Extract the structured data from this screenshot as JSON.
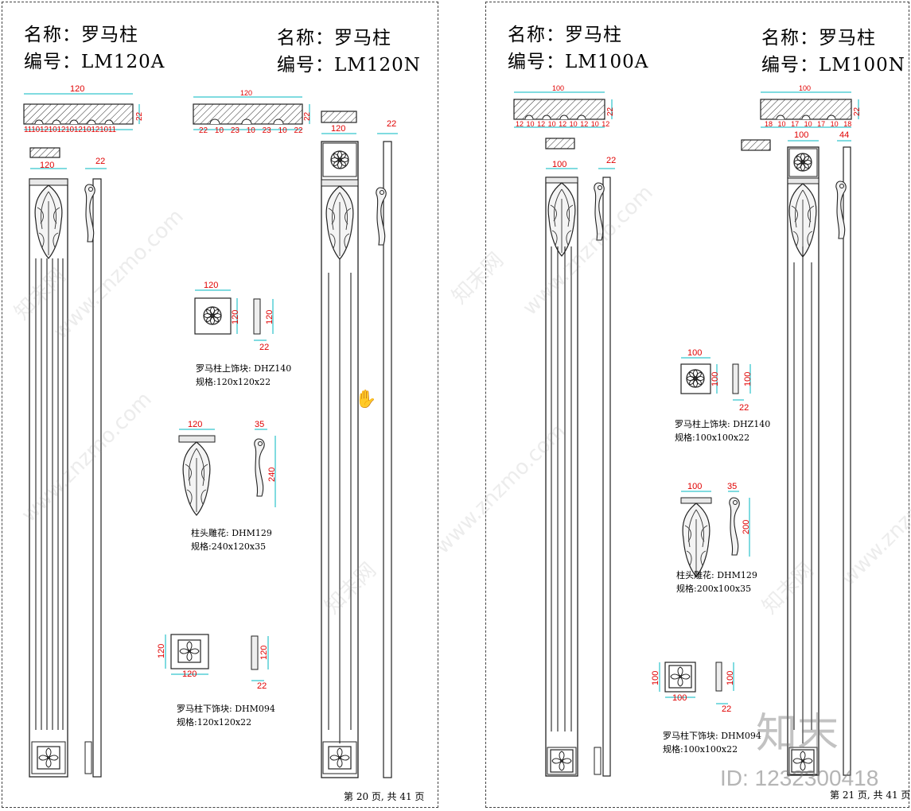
{
  "watermark": "www.znzmo.com",
  "watermark_cn": "知末网",
  "logo": "知末",
  "image_id": "ID: 1232300418",
  "sheets": [
    {
      "page_label": "第 20 页, 共 41 页",
      "columns": [
        {
          "name": "名称：罗马柱",
          "code": "编号：LM120A"
        },
        {
          "name": "名称：罗马柱",
          "code": "编号：LM120N"
        }
      ],
      "parts": [
        {
          "caption1": "罗马柱上饰块: DHZ140",
          "caption2": "规格:120x120x22"
        },
        {
          "caption1": "柱头雕花: DHM129",
          "caption2": "规格:240x120x35"
        },
        {
          "caption1": "罗马柱下饰块: DHM094",
          "caption2": "规格:120x120x22"
        }
      ],
      "dims": {
        "w": "120",
        "t": "22",
        "h": "240",
        "d": "35",
        "profA": [
          "11",
          "10",
          "12",
          "10",
          "12",
          "10",
          "12",
          "10",
          "12",
          "10",
          "11"
        ],
        "profN": [
          "22",
          "10",
          "23",
          "10",
          "23",
          "10",
          "22"
        ]
      }
    },
    {
      "page_label": "第 21 页, 共 41 页",
      "columns": [
        {
          "name": "名称：罗马柱",
          "code": "编号：LM100A"
        },
        {
          "name": "名称：罗马柱",
          "code": "编号：LM100N"
        }
      ],
      "parts": [
        {
          "caption1": "罗马柱上饰块: DHZ140",
          "caption2": "规格:100x100x22"
        },
        {
          "caption1": "柱头雕花: DHM129",
          "caption2": "规格:200x100x35"
        },
        {
          "caption1": "罗马柱下饰块: DHM094",
          "caption2": "规格:100x100x22"
        }
      ],
      "dims": {
        "w": "100",
        "t": "22",
        "h": "200",
        "d": "35",
        "n": "44",
        "profA": [
          "12",
          "10",
          "12",
          "10",
          "12",
          "10",
          "12",
          "10",
          "12"
        ],
        "profN": [
          "18",
          "10",
          "17",
          "10",
          "17",
          "10",
          "18"
        ]
      }
    }
  ]
}
